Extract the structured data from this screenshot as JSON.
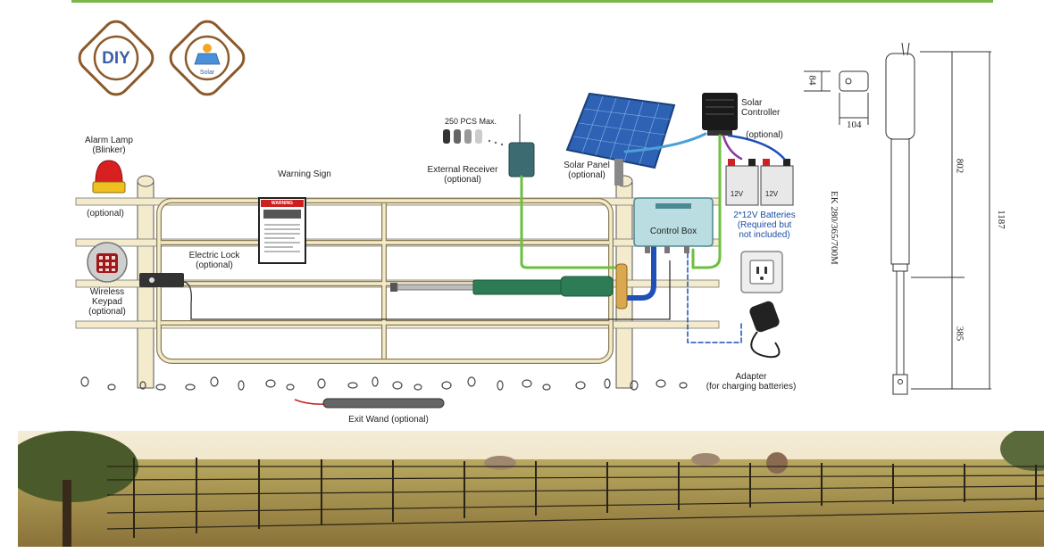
{
  "badges": {
    "diy": "DIY",
    "solar": "Solar"
  },
  "labels": {
    "alarm_lamp": "Alarm Lamp",
    "alarm_lamp_sub": "(Blinker)",
    "alarm_optional": "(optional)",
    "wireless_keypad_1": "Wireless",
    "wireless_keypad_2": "Keypad",
    "wireless_keypad_3": "(optional)",
    "electric_lock": "Electric Lock",
    "electric_lock_sub": "(optional)",
    "warning_sign": "Warning Sign",
    "remotes": "250 PCS Max.",
    "external_receiver": "External Receiver",
    "external_receiver_sub": "(optional)",
    "solar_panel": "Solar Panel",
    "solar_panel_sub": "(optional)",
    "solar_controller_1": "Solar",
    "solar_controller_2": "Controller",
    "solar_controller_sub": "(optional)",
    "battery_label": "12V",
    "batteries_1": "2*12V Batteries",
    "batteries_2": "(Required but",
    "batteries_3": "not included)",
    "control_box": "Control Box",
    "adapter": "Adapter",
    "adapter_sub": "(for charging batteries)",
    "exit_wand": "Exit Wand (optional)",
    "warning_header": "WARNING"
  },
  "dimensions": {
    "height_84": "84",
    "width_104": "104",
    "len_802": "802",
    "len_385": "385",
    "total_1187": "1187",
    "model": "EK 280/365/700M"
  },
  "colors": {
    "accent_green": "#7ab648",
    "badge_brown": "#8b5a2b",
    "gate_cream": "#f3ebcc",
    "wire_green": "#6cbf3f",
    "wire_blue": "#1f4fb8",
    "label_blue": "#1b4fa0"
  }
}
